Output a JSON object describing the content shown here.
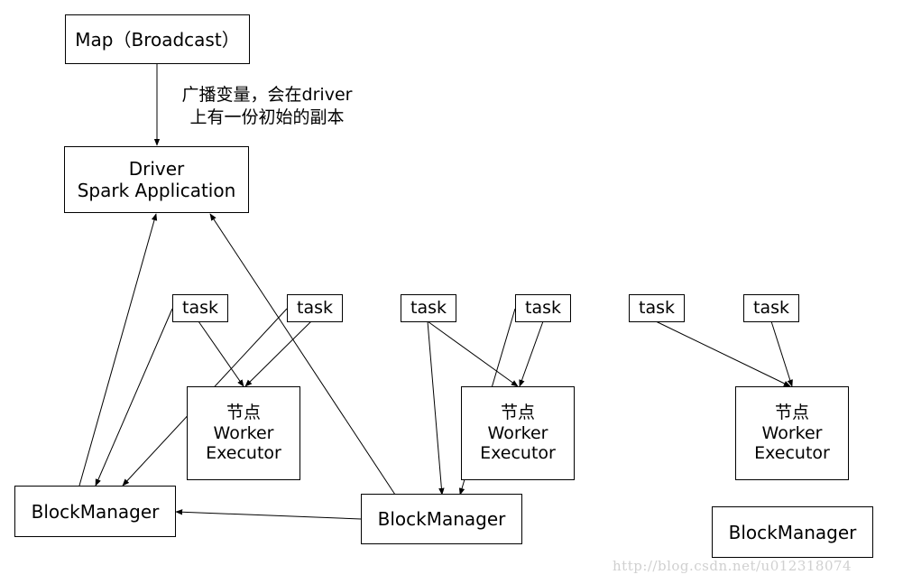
{
  "nodes": {
    "map": "Map（Broadcast）",
    "driver": {
      "line1": "Driver",
      "line2": "Spark Application"
    },
    "annotation": {
      "line1": "广播变量，会在driver",
      "line2": "上有一份初始的副本"
    },
    "tasks": [
      "task",
      "task",
      "task",
      "task",
      "task",
      "task"
    ],
    "executors": [
      {
        "line1": "节点",
        "line2": "Worker",
        "line3": "Executor"
      },
      {
        "line1": "节点",
        "line2": "Worker",
        "line3": "Executor"
      },
      {
        "line1": "节点",
        "line2": "Worker",
        "line3": "Executor"
      }
    ],
    "block_managers": [
      "BlockManager",
      "BlockManager",
      "BlockManager"
    ]
  },
  "watermark": "http://blog.csdn.net/u012318074"
}
